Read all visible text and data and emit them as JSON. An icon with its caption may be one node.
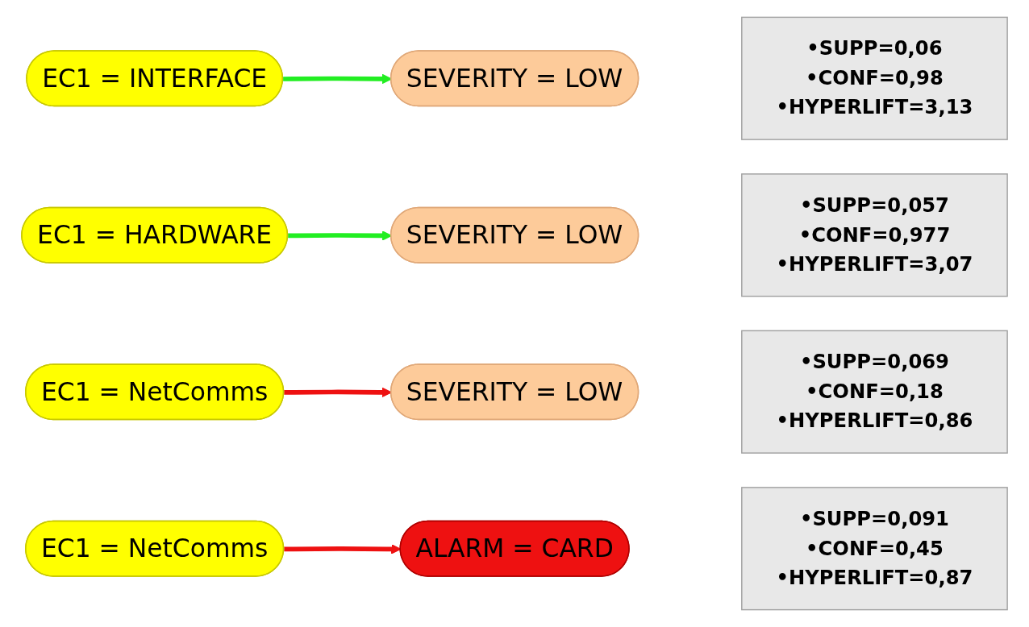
{
  "diagram": {
    "nodes": [
      {
        "text": [
          "EC1 = INTERFACE"
        ]
      },
      {
        "text": [
          "SEVERITY = LOW"
        ]
      },
      {
        "text": [
          "•SUPP=0,06",
          "•CONF=0,98",
          "•HYPERLIFT=3,13"
        ]
      },
      {
        "text": [
          "EC1 = HARDWARE"
        ]
      },
      {
        "text": [
          "SEVERITY = LOW"
        ]
      },
      {
        "text": [
          "•SUPP=0,057",
          "•CONF=0,977",
          "•HYPERLIFT=3,07"
        ]
      },
      {
        "text": [
          "EC1 = NetComms"
        ]
      },
      {
        "text": [
          "SEVERITY = LOW"
        ]
      },
      {
        "text": [
          "•SUPP=0,069",
          "•CONF=0,18",
          "•HYPERLIFT=0,86"
        ]
      },
      {
        "text": [
          "EC1 = NetComms"
        ]
      },
      {
        "text": [
          "ALARM = CARD"
        ]
      },
      {
        "text": [
          "•SUPP=0,091",
          "•CONF=0,45",
          "•HYPERLIFT=0,87"
        ]
      }
    ],
    "edges": [
      {
        "from": 0,
        "to": 1,
        "arrow": "to",
        "color": "#22ee22"
      },
      {
        "from": 3,
        "to": 4,
        "arrow": "to",
        "color": "#22ee22"
      },
      {
        "from": 6,
        "to": 7,
        "arrow": "to",
        "color": "#ee1111"
      },
      {
        "from": 9,
        "to": 10,
        "arrow": "to",
        "color": "#ee1111"
      }
    ]
  }
}
